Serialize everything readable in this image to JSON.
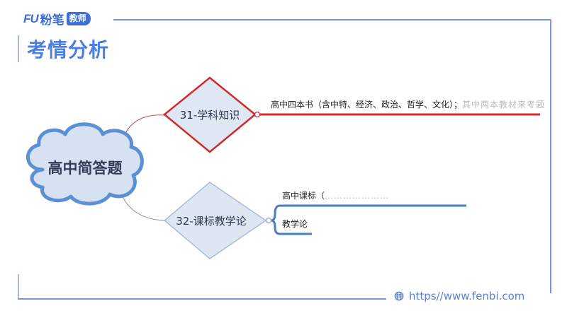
{
  "header": {
    "logo_mark": "FU",
    "logo_name": "粉笔",
    "logo_badge": "教师",
    "page_title": "考情分析"
  },
  "mindmap": {
    "root": {
      "label": "高中简答题",
      "shape": "cloud",
      "color": "#5b8fd6"
    },
    "branches": [
      {
        "label": "31-学科知识",
        "shape": "diamond",
        "border_color": "#d12a2a",
        "children": [
          {
            "label": "高中四本书（含中特、经济、政治、哲学、文化）；",
            "label_faded": "其中两本教材来考题",
            "underline_color": "#d12a2a"
          }
        ]
      },
      {
        "label": "32-课标教学论",
        "shape": "diamond",
        "border_color": "#a9bcd9",
        "children": [
          {
            "label": "高中课标（",
            "label_faded": "…………………",
            "underline_color": "#4a7ec4"
          },
          {
            "label": "教学论",
            "underline_color": "#4a7ec4"
          }
        ]
      }
    ]
  },
  "footer": {
    "url": "https//www.fenbi.com",
    "icon": "globe-icon"
  },
  "colors": {
    "brand": "#3d6fd8",
    "frame": "#7a93d9",
    "accent_red": "#d12a2a",
    "accent_blue": "#4a7ec4"
  }
}
